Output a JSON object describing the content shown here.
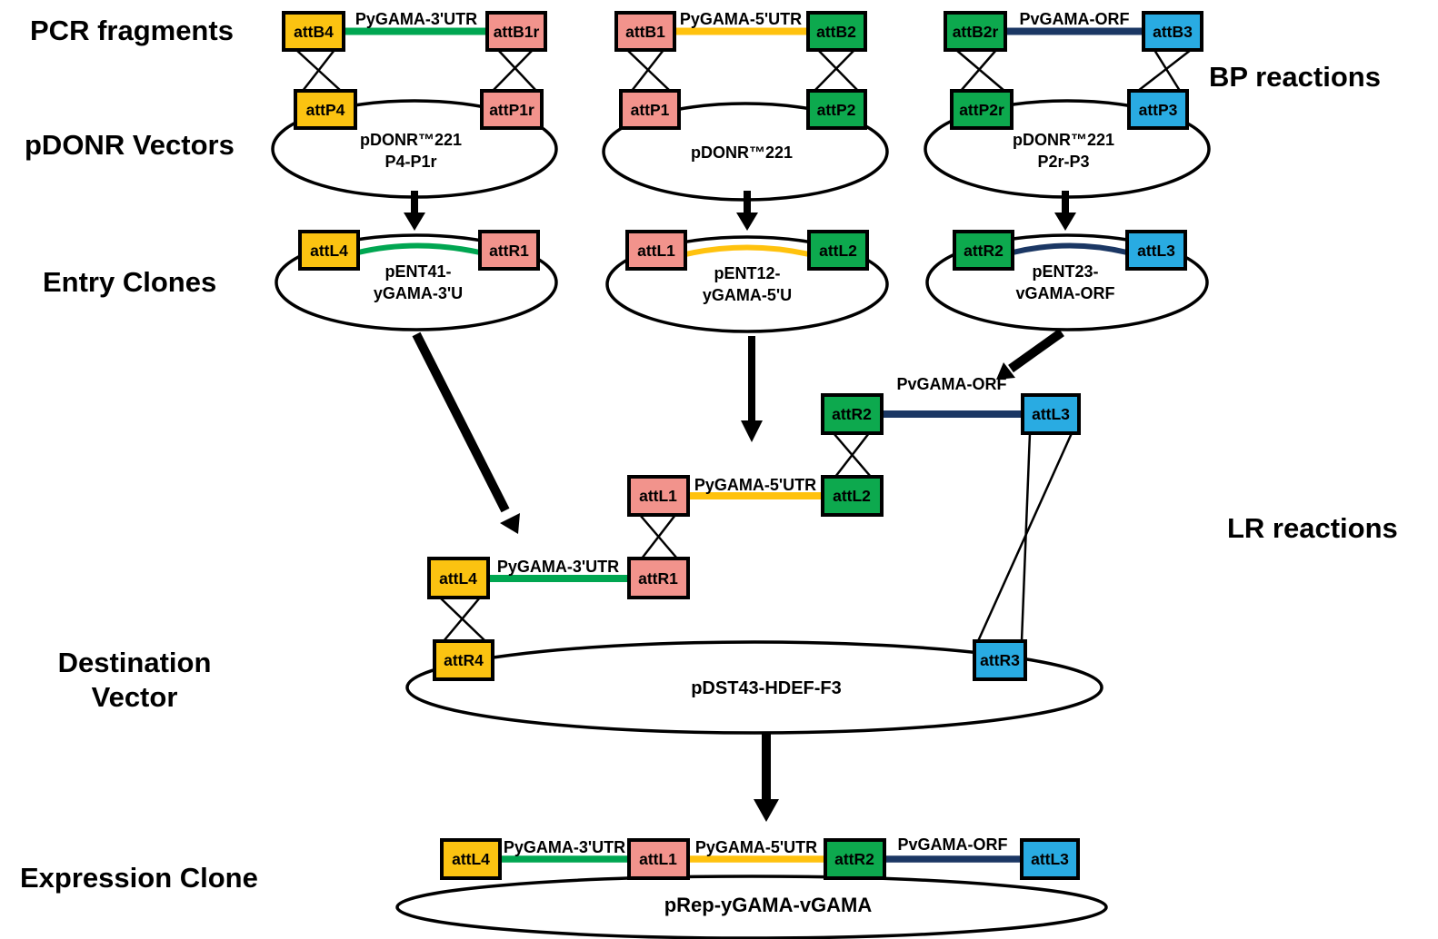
{
  "section_labels": {
    "pcr_fragments": "PCR fragments",
    "pdonr_vectors": "pDONR Vectors",
    "entry_clones": "Entry Clones",
    "destination_vector_line1": "Destination",
    "destination_vector_line2": "Vector",
    "expression_clone": "Expression Clone",
    "bp_reactions": "BP reactions",
    "lr_reactions": "LR reactions"
  },
  "genes": {
    "py_gama_3utr": "PyGAMA-3'UTR",
    "py_gama_5utr": "PyGAMA-5'UTR",
    "pv_gama_orf": "PvGAMA-ORF"
  },
  "sites": {
    "attB4": "attB4",
    "attB1r": "attB1r",
    "attB1": "attB1",
    "attB2": "attB2",
    "attB2r": "attB2r",
    "attB3": "attB3",
    "attP4": "attP4",
    "attP1r": "attP1r",
    "attP1": "attP1",
    "attP2": "attP2",
    "attP2r": "attP2r",
    "attP3": "attP3",
    "attL4": "attL4",
    "attR1": "attR1",
    "attL1": "attL1",
    "attL2": "attL2",
    "attR2": "attR2",
    "attL3": "attL3",
    "attR4": "attR4",
    "attR3": "attR3"
  },
  "plasmids": {
    "donr_p4p1r_line1": "pDONR™221",
    "donr_p4p1r_line2": "P4-P1r",
    "donr_221": "pDONR™221",
    "donr_p2rp3_line1": "pDONR™221",
    "donr_p2rp3_line2": "P2r-P3",
    "ent41_line1": "pENT41-",
    "ent41_line2": "yGAMA-3'U",
    "ent12_line1": "pENT12-",
    "ent12_line2": "yGAMA-5'U",
    "ent23_line1": "pENT23-",
    "ent23_line2": "vGAMA-ORF",
    "destination": "pDST43-HDEF-F3",
    "expression": "pRep-yGAMA-vGAMA"
  },
  "colors": {
    "yellow": "#FBC311",
    "pink": "#F2938C",
    "green": "#0DA94E",
    "blue": "#29ABE2",
    "navy": "#1B3764",
    "green_line": "#00A651",
    "yellow_line": "#FFC20E"
  }
}
